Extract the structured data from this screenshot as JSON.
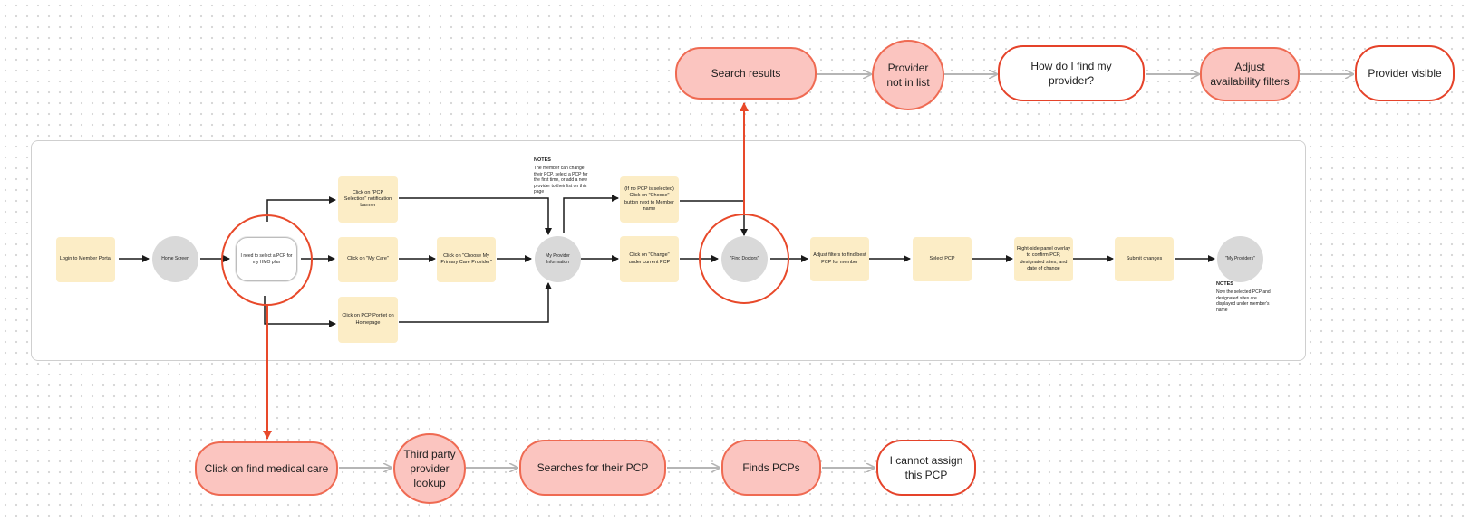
{
  "top_flow": [
    {
      "label": "Search results"
    },
    {
      "label": "Provider not in list"
    },
    {
      "label": "How do I find my provider?"
    },
    {
      "label": "Adjust availability filters"
    },
    {
      "label": "Provider visible"
    }
  ],
  "bottom_flow": [
    {
      "label": "Click on find medical care"
    },
    {
      "label": "Third party provider lookup"
    },
    {
      "label": "Searches for their PCP"
    },
    {
      "label": "Finds PCPs"
    },
    {
      "label": "I cannot assign this PCP"
    }
  ],
  "main_flow": {
    "login": "Login to Member Portal",
    "home": "Home Screen",
    "need": "I need to select a PCP for my HMO plan",
    "pcp_banner": "Click on \"PCP Selection\" notification banner",
    "my_care": "Click on \"My Care\"",
    "portlet": "Click on PCP Portlet on Homepage",
    "choose_primary": "Click on \"Choose My Primary Care Provider\"",
    "provider_info": "My Provider Information",
    "no_pcp": "(If no PCP is selected) Click on \"Choose\" button next to Member name",
    "change": "Click on \"Change\" under current PCP",
    "find_doctors": "\"Find Doctors\"",
    "adjust": "Adjust filters to find best PCP for member",
    "select": "Select PCP",
    "overlay": "Right-side panel overlay to confirm PCP, designated sites, and date of change",
    "submit": "Submit changes",
    "my_providers": "\"My Providers\""
  },
  "notes": [
    {
      "title": "NOTES",
      "text": "The member can change their PCP, select a PCP for the first time, or add a new provider to their list on this page"
    },
    {
      "title": "NOTES",
      "text": "Now the selected PCP and designated sites are displayed under member's name"
    }
  ],
  "colors": {
    "accent": "#e8492a",
    "pill_fill": "#fbc5c0",
    "sticky": "#fcedc6",
    "circle": "#d9d9d9"
  }
}
